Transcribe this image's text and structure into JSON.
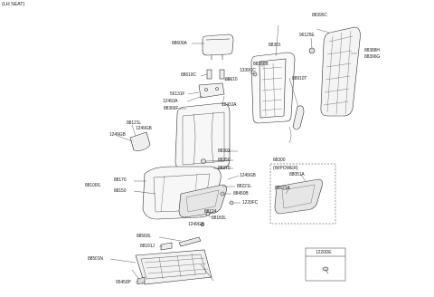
{
  "title": "(LH SEAT)",
  "callouts": {
    "c88395C": "88395C",
    "c96125E": "96125E",
    "c88388H": "88388H",
    "c88396G": "88396G",
    "c88600A": "88600A",
    "c88301a": "88301",
    "c1339CC": "1339CC",
    "c88358B": "88358B",
    "c88910T": "88910T",
    "c88610C": "88610C",
    "c88610": "88610",
    "c56131F": "56131F",
    "c1249JA_a": "1249JA",
    "c1243JA": "1243JA",
    "c88366F": "88366F",
    "c88121L": "88121L",
    "c1249GB_a": "1249GB",
    "c1249GB_b": "1249GB",
    "c88301b": "88301",
    "c88350": "88350",
    "c88300": "88300",
    "c88370": "88370",
    "c1249GB_c": "1249GB",
    "c88221L": "88221L",
    "c88170": "88170",
    "c88100S": "88100S",
    "c88150": "88150",
    "c88450B": "88450B",
    "c1220FC": "1220FC",
    "c88124": "88124",
    "c88183L": "88183L",
    "c1249GB_d": "1249GB",
    "c88560L": "88560L",
    "c88191J": "88191J",
    "c88501N": "88501N",
    "c95450P": "95450P",
    "wpower_title": "(W/POWER)",
    "c88051A": "88051A",
    "c88521A": "88521A",
    "c1220DE": "1220DE"
  }
}
